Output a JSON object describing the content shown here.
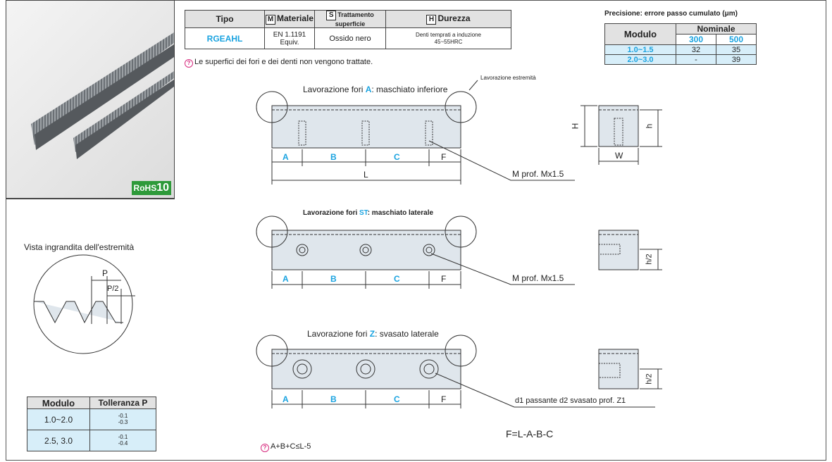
{
  "spec_table": {
    "headers": {
      "tipo": "Tipo",
      "materiale_badge": "M",
      "materiale": "Materiale",
      "trattamento_badge": "S",
      "trattamento": "Trattamento superficie",
      "durezza_badge": "H",
      "durezza": "Durezza"
    },
    "row": {
      "tipo": "RGEAHL",
      "materiale": "EN 1.1191\nEquiv.",
      "trattamento": "Ossido nero",
      "durezza": "Denti temprati a induzione\n45~55HRC"
    }
  },
  "note_top": "Le superfici dei fori e dei denti non vengono trattate.",
  "precision": {
    "title": "Precisione: errore passo cumulato (μm)",
    "col_modulo": "Modulo",
    "col_nominale": "Nominale",
    "col_300": "300",
    "col_500": "500",
    "rows": [
      {
        "modulo": "1.0~1.5",
        "v300": "32",
        "v500": "35"
      },
      {
        "modulo": "2.0~3.0",
        "v300": "-",
        "v500": "39"
      }
    ]
  },
  "rohs": {
    "text": "RoHS",
    "num": "10"
  },
  "lavorazione_estremita": "Lavorazione estremità",
  "drawing_a": {
    "title_pre": "Lavorazione fori ",
    "title_key": "A",
    "title_post": ": maschiato inferiore",
    "callout": "M prof. Mx1.5"
  },
  "drawing_st": {
    "title_pre": "Lavorazione fori ",
    "title_key": "ST",
    "title_post": ": maschiato laterale",
    "callout": "M prof. Mx1.5"
  },
  "drawing_z": {
    "title_pre": "Lavorazione fori ",
    "title_key": "Z",
    "title_post": ": svasato laterale",
    "callout": "d1 passante d2 svasato prof. Z1"
  },
  "dims": {
    "A": "A",
    "B": "B",
    "C": "C",
    "F": "F",
    "L": "L",
    "H": "H",
    "h": "h",
    "W": "W",
    "h2": "h/2"
  },
  "formula": "F=L-A-B-C",
  "note_bottom": "A+B+C≤L-5",
  "end_view": {
    "title": "Vista ingrandita dell'estremità",
    "P": "P",
    "P2": "P/2"
  },
  "tolerance": {
    "col_modulo": "Modulo",
    "col_tol": "Tolleranza P",
    "rows": [
      {
        "modulo": "1.0~2.0",
        "upper": "-0.1",
        "lower": "-0.3"
      },
      {
        "modulo": "2.5, 3.0",
        "upper": "-0.1",
        "lower": "-0.4"
      }
    ]
  },
  "colors": {
    "accent": "#1aa3e0",
    "rohs_bg": "#2e9a3a",
    "part_fill": "#dfe6ec"
  }
}
